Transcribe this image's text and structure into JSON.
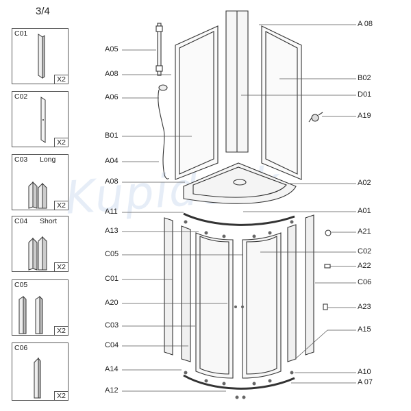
{
  "page_number": "3/4",
  "watermark": "Kupidesk",
  "colors": {
    "line": "#333333",
    "panel_fill": "#f2f2f2",
    "watermark": "#c8d9ee"
  },
  "component_boxes": [
    {
      "code": "C01",
      "name": "",
      "qty": "X2",
      "icon": "straight-profile-icon"
    },
    {
      "code": "C02",
      "name": "",
      "qty": "X2",
      "icon": "flat-strip-icon"
    },
    {
      "code": "C03",
      "name": "Long",
      "qty": "X2",
      "icon": "long-corner-profile-icon"
    },
    {
      "code": "C04",
      "name": "Short",
      "qty": "X2",
      "icon": "short-corner-profile-icon"
    },
    {
      "code": "C05",
      "name": "",
      "qty": "X2",
      "icon": "profile-pair-icon"
    },
    {
      "code": "C06",
      "name": "",
      "qty": "X2",
      "icon": "thin-profile-icon"
    }
  ],
  "left_labels": [
    "A05",
    "A08",
    "A06",
    "B01",
    "A04",
    "A08",
    "A11",
    "A13",
    "C05",
    "C01",
    "A20",
    "C03",
    "C04",
    "A14",
    "A12"
  ],
  "right_labels": [
    "A 08",
    "B02",
    "D01",
    "A19",
    "A02",
    "A01",
    "A21",
    "C02",
    "A22",
    "C06",
    "A23",
    "A15",
    "A10",
    "A 07"
  ]
}
